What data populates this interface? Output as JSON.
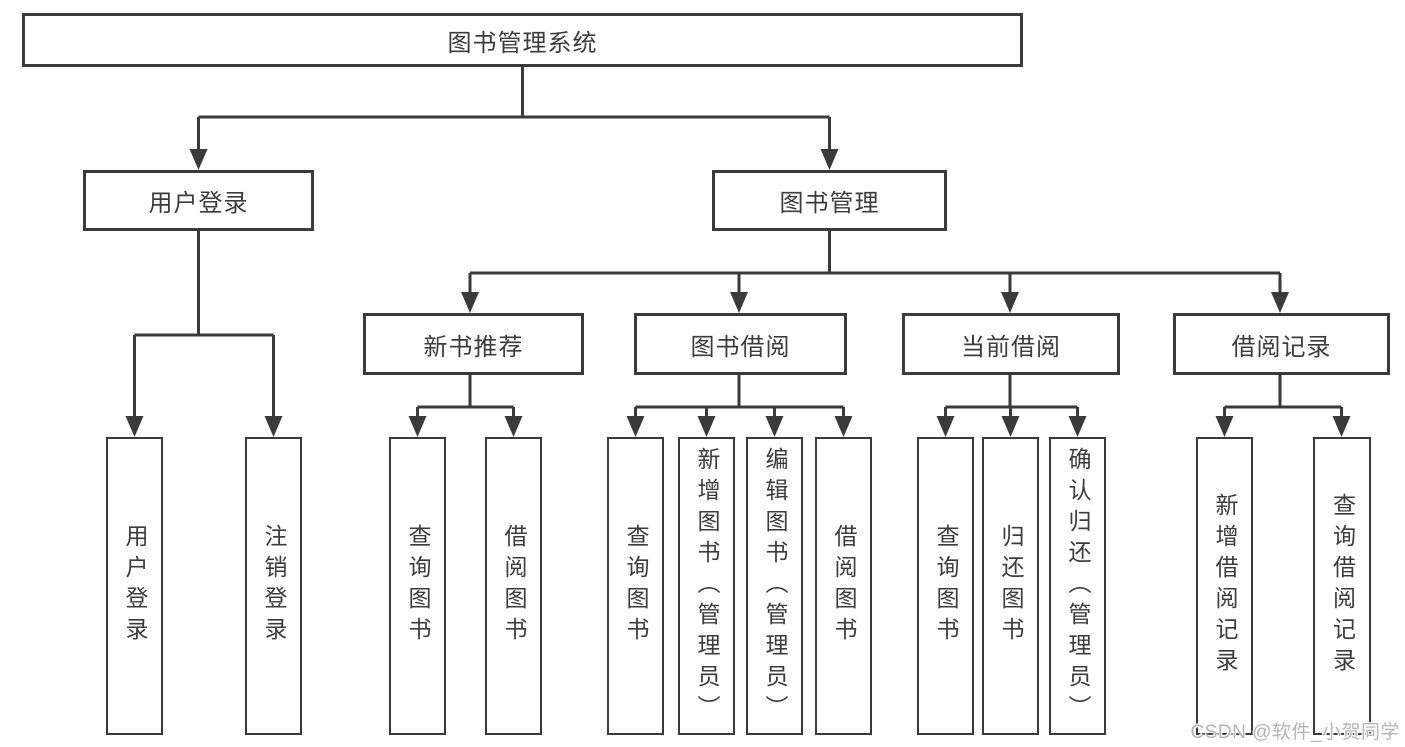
{
  "tree": {
    "root": {
      "label": "图书管理系统"
    },
    "branches": [
      {
        "label": "用户登录",
        "children": [
          {
            "label": "用户登录"
          },
          {
            "label": "注销登录"
          }
        ]
      },
      {
        "label": "图书管理",
        "children": [
          {
            "label": "新书推荐",
            "children": [
              {
                "label": "查询图书"
              },
              {
                "label": "借阅图书"
              }
            ]
          },
          {
            "label": "图书借阅",
            "children": [
              {
                "label": "查询图书"
              },
              {
                "label": "新增图书（管理员）"
              },
              {
                "label": "编辑图书（管理员）"
              },
              {
                "label": "借阅图书"
              }
            ]
          },
          {
            "label": "当前借阅",
            "children": [
              {
                "label": "查询图书"
              },
              {
                "label": "归还图书"
              },
              {
                "label": "确认归还（管理员）"
              }
            ]
          },
          {
            "label": "借阅记录",
            "children": [
              {
                "label": "新增借阅记录"
              },
              {
                "label": "查询借阅记录"
              }
            ]
          }
        ]
      }
    ]
  },
  "watermark": {
    "text": "CSDN @软件_小贺同学"
  },
  "colors": {
    "line": "#3a3a3a",
    "text": "#3c3c3c",
    "watermark": "#b5b5b5",
    "background": "#ffffff"
  }
}
